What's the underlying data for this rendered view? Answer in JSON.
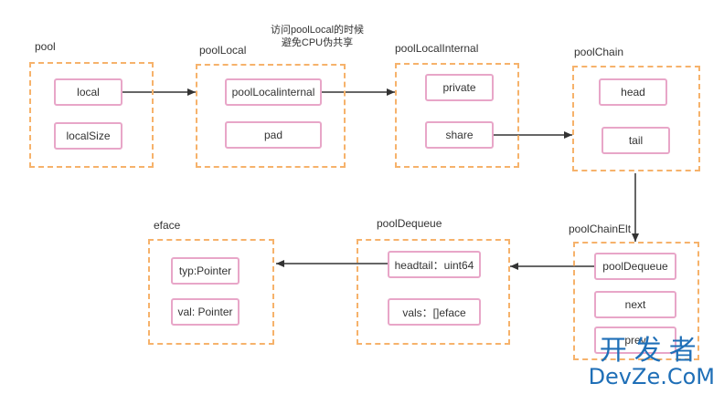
{
  "note": [
    "访问poolLocal的时候",
    "避免CPU伪共享"
  ],
  "groups": {
    "pool": {
      "title": "pool",
      "fields": [
        "local",
        "localSize"
      ]
    },
    "poolLocal": {
      "title": "poolLocal",
      "fields": [
        "poolLocalinternal",
        "pad"
      ]
    },
    "poolLocalInternal": {
      "title": "poolLocalInternal",
      "fields": [
        "private",
        "share"
      ]
    },
    "poolChain": {
      "title": "poolChain",
      "fields": [
        "head",
        "tail"
      ]
    },
    "poolChainElt": {
      "title": "poolChainElt",
      "fields": [
        "poolDequeue",
        "next",
        "prev"
      ]
    },
    "poolDequeue": {
      "title": "poolDequeue",
      "fields": [
        "headtail：uint64",
        "vals：[]eface"
      ]
    },
    "eface": {
      "title": "eface",
      "fields": [
        "typ:Pointer",
        "val: Pointer"
      ]
    }
  },
  "watermark": {
    "cn": "开发者",
    "en": "DevZe.CoM"
  },
  "colors": {
    "group_border": "#f6b26b",
    "field_border": "#e8a6c8",
    "arrow": "#333333",
    "watermark": "#1f6fb7"
  }
}
